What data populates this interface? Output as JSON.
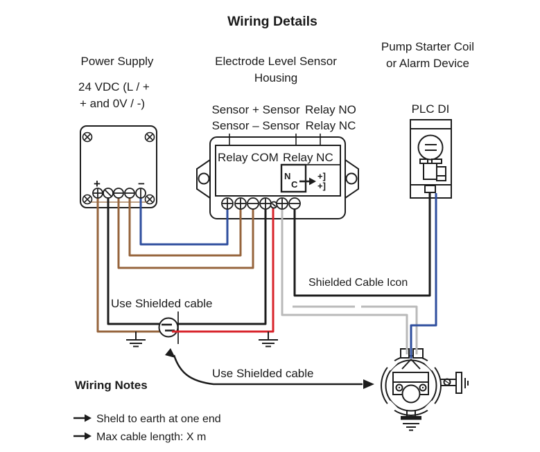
{
  "title": "Wiring Details",
  "colors": {
    "wire_brown": "#96643c",
    "wire_blue": "#2e4e9e",
    "wire_red": "#d8232a",
    "wire_gray": "#b9b9b9",
    "wire_black": "#1c1c1c",
    "outline": "#1c1c1c"
  },
  "power_supply": {
    "title": "Power Supply",
    "subtitle_line1": "24 VDC (L / +",
    "subtitle_line2": "+ and 0V / -)",
    "plus_label": "+",
    "minus_label": "−"
  },
  "housing": {
    "title_line1": "Electrode Level Sensor",
    "title_line2": "Housing",
    "terminal_row1_left": "Sensor + Sensor",
    "terminal_row1_right": "Relay NO",
    "terminal_row2_left": "Sensor – Sensor",
    "terminal_row2_right": "Relay NC",
    "relay_com_label": "Relay COM",
    "relay_nc_label": "Relay NC",
    "relay_n": "N",
    "relay_c": "C",
    "electrode_symbol_top": "+]",
    "electrode_symbol_bottom": "+]"
  },
  "pump_device": {
    "title_line1": "Pump Starter Coil",
    "title_line2": "or Alarm Device"
  },
  "plc": {
    "label": "PLC DI"
  },
  "annotations": {
    "shielded_cable_icon_label": "Shielded Cable Icon",
    "use_shielded_cable_top": "Use Shielded cable",
    "use_shielded_cable_bottom": "Use Shielded cable"
  },
  "notes": {
    "heading": "Wiring Notes",
    "items": [
      {
        "text": "Sheld to earth at one end"
      },
      {
        "text": "Max cable length: X m"
      }
    ]
  }
}
